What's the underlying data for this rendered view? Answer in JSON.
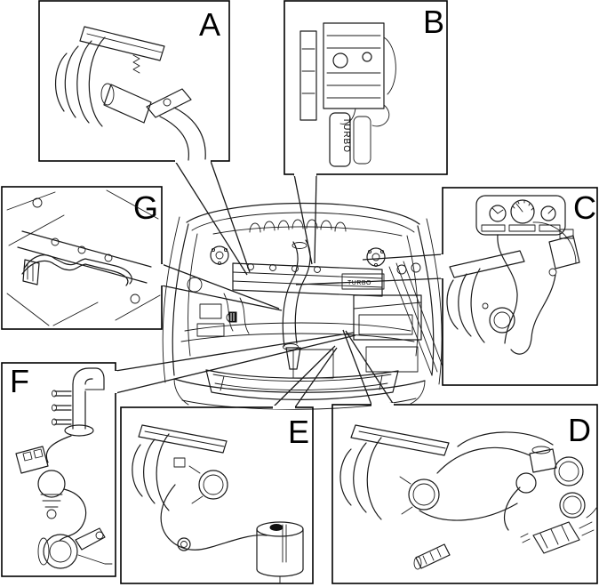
{
  "diagram": {
    "background_color": "#ffffff",
    "line_color": "#1a1a1a",
    "panels": [
      {
        "id": "a",
        "label": "A",
        "content": "air-control-valve-with-intake-hose"
      },
      {
        "id": "b",
        "label": "B",
        "content": "engine-top-view-with-turbo-badge",
        "badge": "TURBO"
      },
      {
        "id": "c",
        "label": "C",
        "content": "instrument-cluster-with-boost-gauge-hoses-and-reservoir"
      },
      {
        "id": "d",
        "label": "D",
        "content": "intake-manifold-throttle-solenoid-valves-and-sensor"
      },
      {
        "id": "e",
        "label": "E",
        "content": "intake-manifold-hose-to-canister"
      },
      {
        "id": "f",
        "label": "F",
        "content": "solenoid-valve-elbow-pipe-and-vacuum-actuator"
      },
      {
        "id": "g",
        "label": "G",
        "content": "engine-bay-hose-routing-closeup"
      }
    ],
    "center": {
      "content": "engine-bay-overview-front-view",
      "badge": "TURBO"
    }
  }
}
